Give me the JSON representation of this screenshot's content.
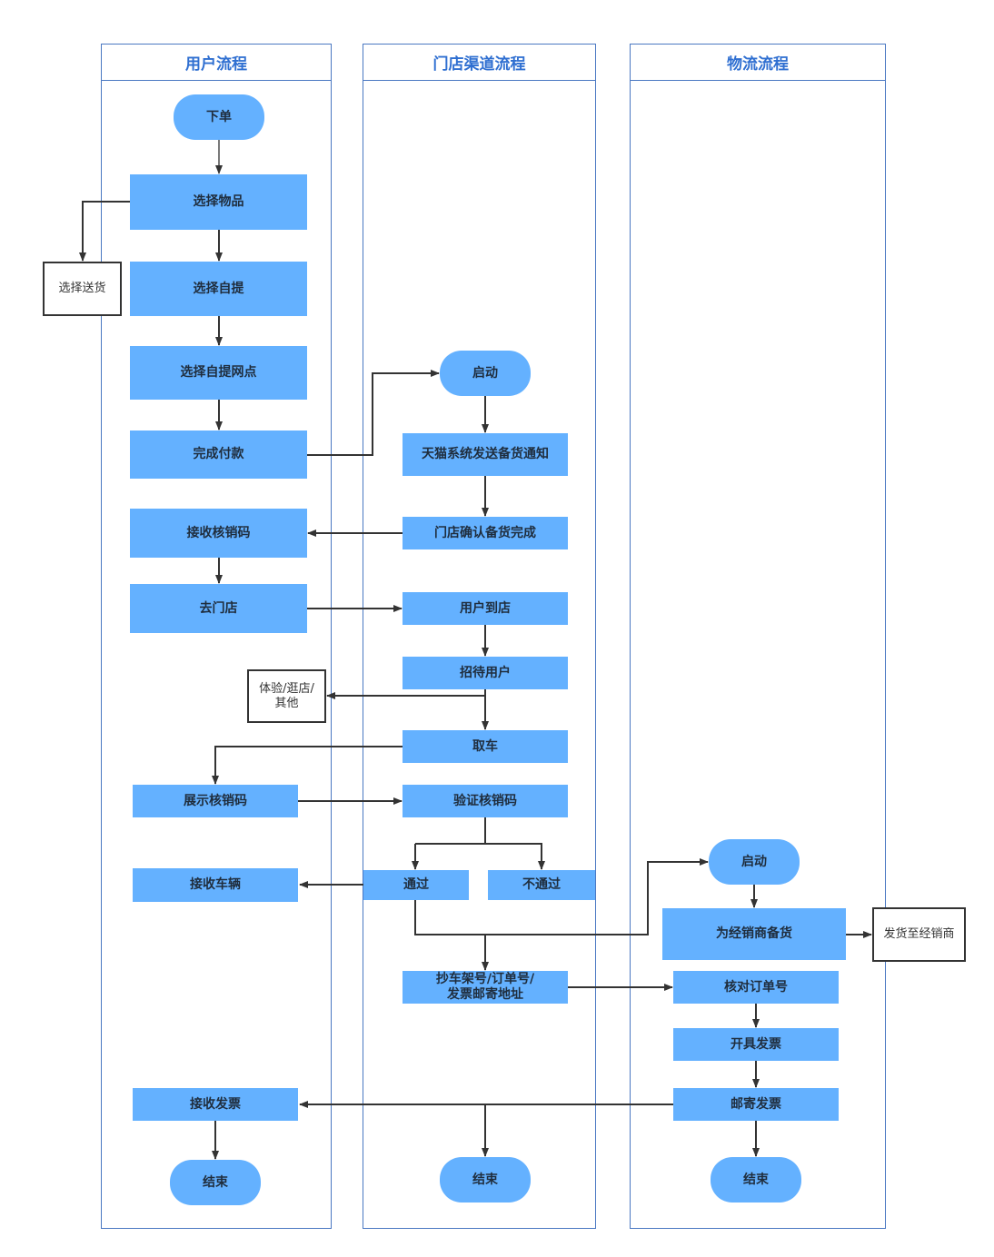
{
  "lanes": {
    "user": "用户流程",
    "store": "门店渠道流程",
    "logistics": "物流流程"
  },
  "user": {
    "order": "下单",
    "select_item": "选择物品",
    "select_pickup": "选择自提",
    "select_pickup_point": "选择自提网点",
    "pay": "完成付款",
    "receive_code": "接收核销码",
    "go_store": "去门店",
    "show_code": "展示核销码",
    "receive_vehicle": "接收车辆",
    "receive_invoice": "接收发票",
    "end": "结束",
    "note_delivery": "选择送货",
    "note_other_l1": "体验/逛店/",
    "note_other_l2": "其他"
  },
  "store": {
    "start": "启动",
    "tmall_notify": "天猫系统发送备货通知",
    "confirm_stock": "门店确认备货完成",
    "user_arrive": "用户到店",
    "receive_user": "招待用户",
    "pickup_car": "取车",
    "verify_code": "验证核销码",
    "pass": "通过",
    "fail": "不通过",
    "copy_info_l1": "抄车架号/订单号/",
    "copy_info_l2": "发票邮寄地址",
    "end": "结束"
  },
  "logistics": {
    "start": "启动",
    "prepare_stock": "为经销商备货",
    "check_order": "核对订单号",
    "issue_invoice": "开具发票",
    "mail_invoice": "邮寄发票",
    "end": "结束",
    "note_ship": "发货至经销商"
  },
  "colors": {
    "node_fill": "#64b1ff",
    "lane_border": "#4a78c2",
    "title_text": "#2f6fd1",
    "connector": "#333333"
  }
}
